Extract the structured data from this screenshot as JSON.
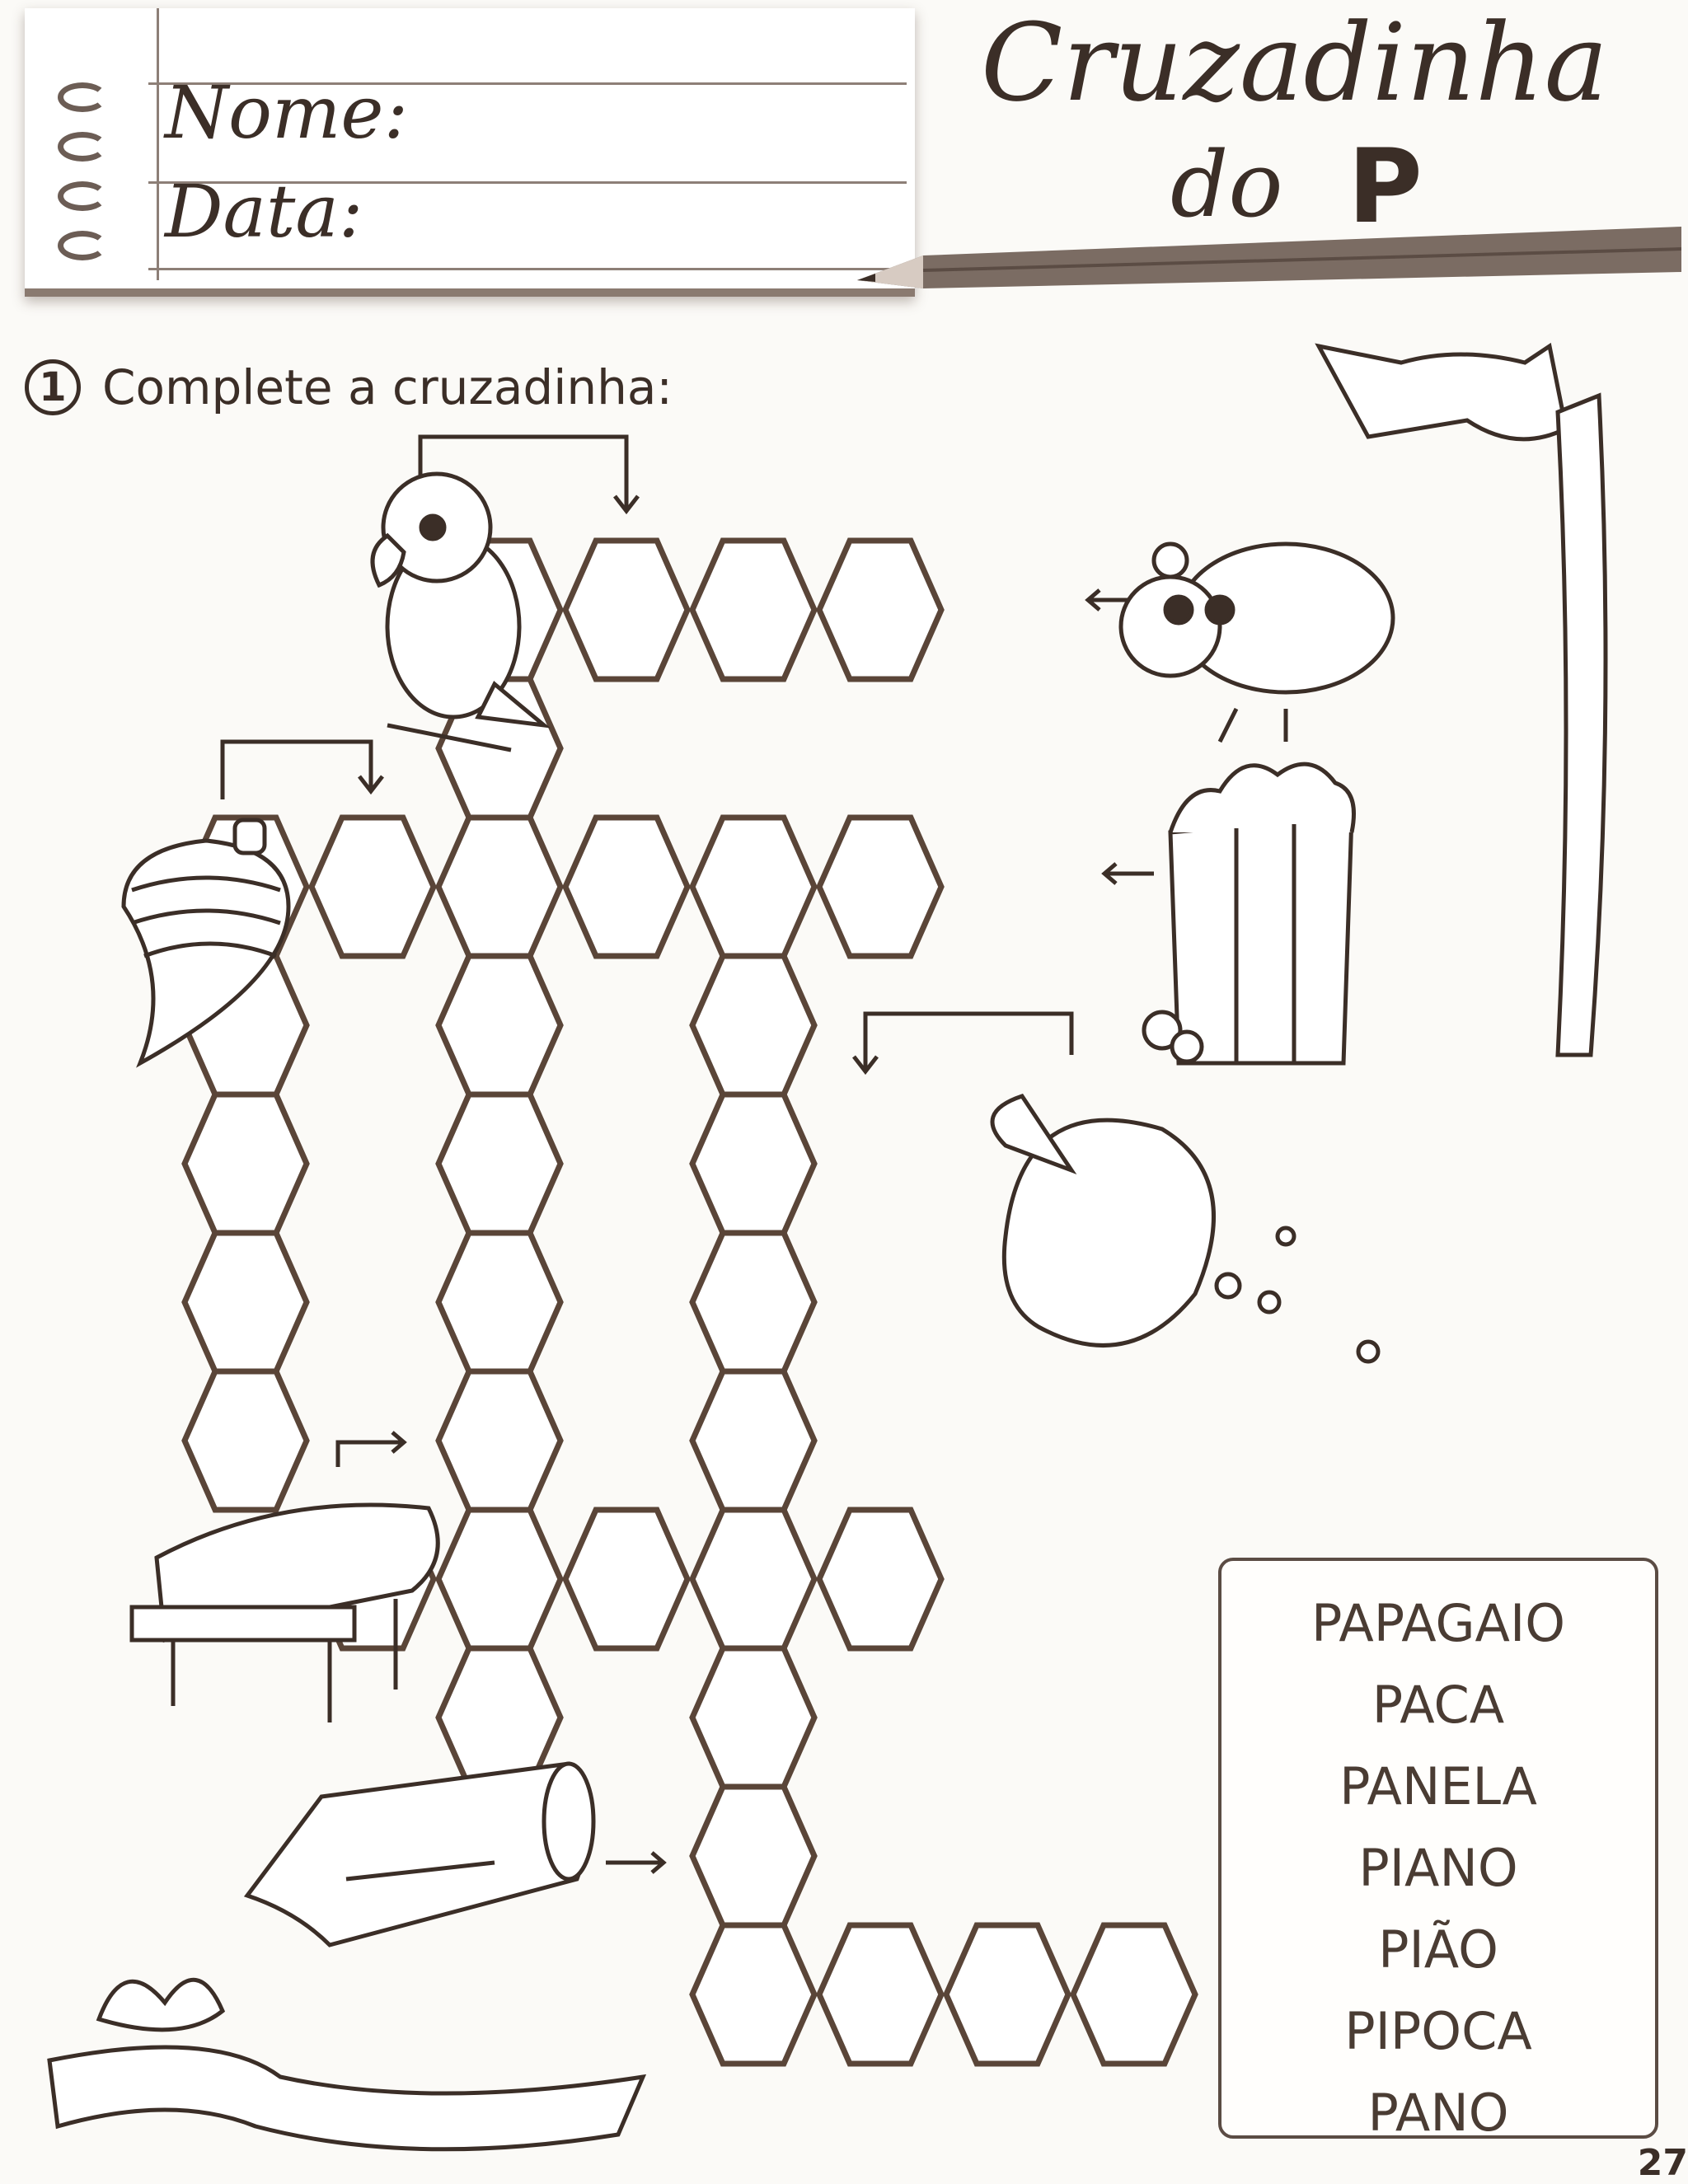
{
  "header": {
    "name_label": "Nome:",
    "date_label": "Data:",
    "title_line1": "Cruzadinha",
    "title_line2": "do",
    "title_letter": "P"
  },
  "instruction": {
    "number": "1",
    "text": "Complete a cruzadinha:"
  },
  "word_bank": {
    "words": [
      "PAPAGAIO",
      "PACA",
      "PANELA",
      "PIANO",
      "PIÃO",
      "PIPOCA",
      "PANO"
    ]
  },
  "clue_icons": [
    "parrot-icon",
    "paca-icon",
    "spinning-top-icon",
    "popcorn-icon",
    "pot-icon",
    "piano-icon",
    "cloth-icon"
  ],
  "page_number": "27",
  "colors": {
    "ink": "#3b2e27",
    "cell_stroke": "#5a4538",
    "paper": "#fbfaf7"
  }
}
